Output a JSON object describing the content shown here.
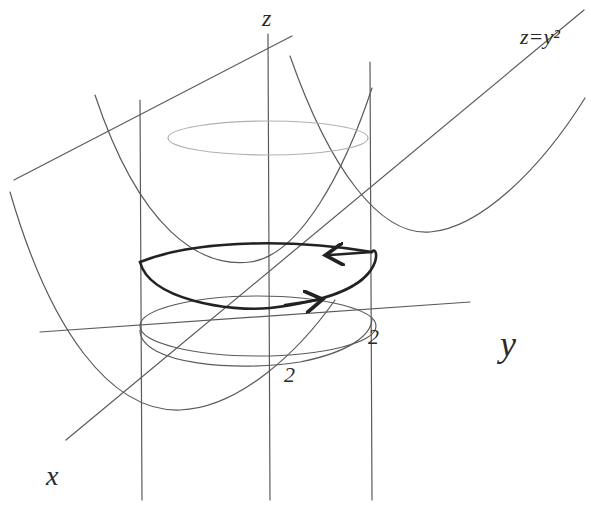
{
  "diagram": {
    "labels": [
      "z",
      "z=y²",
      "2",
      "2",
      "y",
      "x"
    ]
  }
}
